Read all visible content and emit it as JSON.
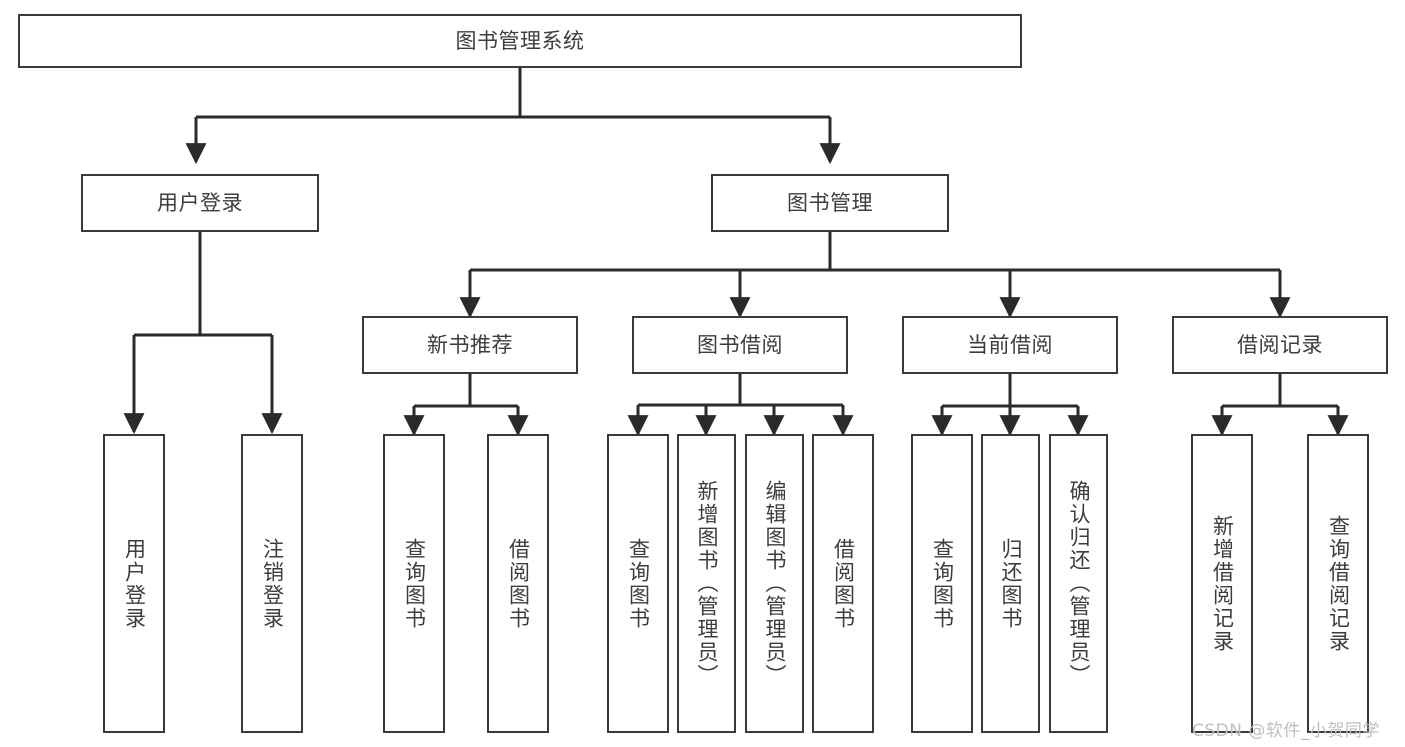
{
  "diagram": {
    "title": "图书管理系统",
    "type": "tree-hierarchy",
    "colors": {
      "box_border": "#3a3a3a",
      "box_fill": "#ffffff",
      "connector": "#2b2b2b",
      "text": "#3d3d3d",
      "watermark": "#bfbfbf",
      "background": "#ffffff"
    },
    "root": {
      "label": "图书管理系统"
    },
    "level2": [
      {
        "label": "用户登录"
      },
      {
        "label": "图书管理"
      }
    ],
    "level3": [
      {
        "label": "新书推荐"
      },
      {
        "label": "图书借阅"
      },
      {
        "label": "当前借阅"
      },
      {
        "label": "借阅记录"
      }
    ],
    "leaves": {
      "user_login": [
        {
          "label": "用户登录"
        },
        {
          "label": "注销登录"
        }
      ],
      "new_book_recommend": [
        {
          "label": "查询图书"
        },
        {
          "label": "借阅图书"
        }
      ],
      "book_borrow": [
        {
          "label": "查询图书"
        },
        {
          "label": "新增图书（管理员）"
        },
        {
          "label": "编辑图书（管理员）"
        },
        {
          "label": "借阅图书"
        }
      ],
      "current_borrow": [
        {
          "label": "查询图书"
        },
        {
          "label": "归还图书"
        },
        {
          "label": "确认归还（管理员）"
        }
      ],
      "borrow_record": [
        {
          "label": "新增借阅记录"
        },
        {
          "label": "查询借阅记录"
        }
      ]
    }
  },
  "watermark": {
    "text": "CSDN @软件_小贺同学"
  }
}
